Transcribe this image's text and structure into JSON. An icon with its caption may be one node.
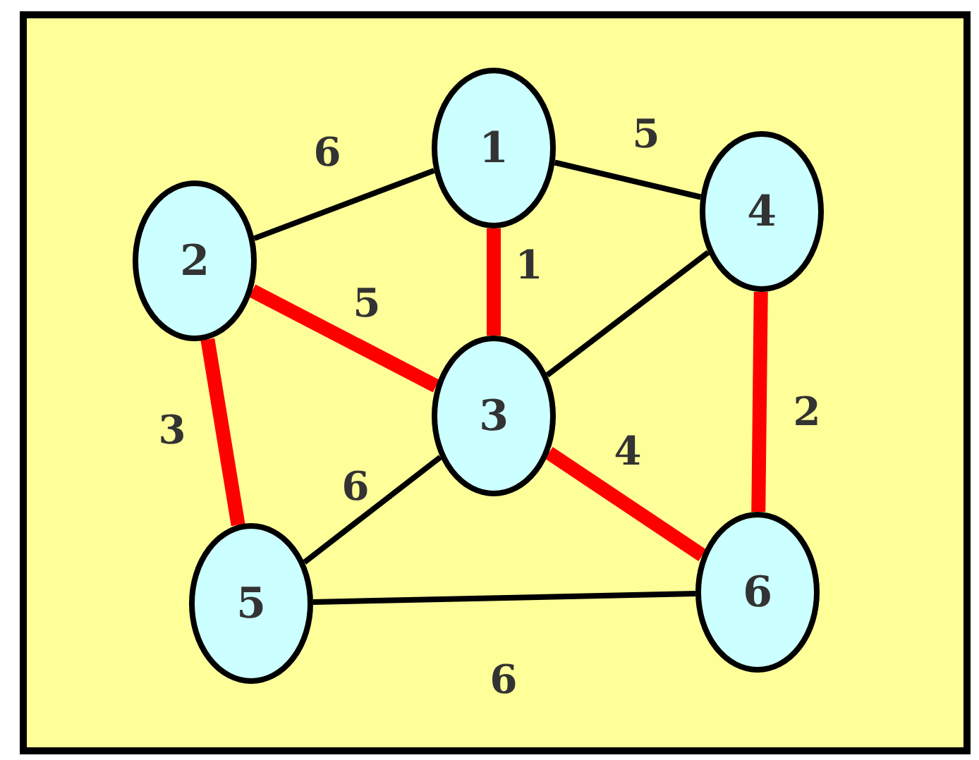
{
  "diagram": {
    "nodes": [
      {
        "text": [
          "1"
        ]
      },
      {
        "text": [
          "2"
        ]
      },
      {
        "text": [
          "4"
        ]
      },
      {
        "text": [
          "3"
        ]
      },
      {
        "text": [
          "5"
        ]
      },
      {
        "text": [
          "6"
        ]
      }
    ],
    "edges": [
      {
        "from": 1,
        "to": 0,
        "arrow": "none",
        "label": "6"
      },
      {
        "from": 0,
        "to": 2,
        "arrow": "none",
        "label": "5"
      },
      {
        "from": 0,
        "to": 3,
        "arrow": "none",
        "label": "1",
        "style": "thick",
        "color": "#ff0000"
      },
      {
        "from": 1,
        "to": 3,
        "arrow": "none",
        "label": "5",
        "style": "thick",
        "color": "#ff0000"
      },
      {
        "from": 3,
        "to": 2,
        "arrow": "none"
      },
      {
        "from": 1,
        "to": 4,
        "arrow": "none",
        "label": "3",
        "style": "thick",
        "color": "#ff0000"
      },
      {
        "from": 2,
        "to": 5,
        "arrow": "none",
        "label": "2",
        "style": "thick",
        "color": "#ff0000"
      },
      {
        "from": 4,
        "to": 3,
        "arrow": "none",
        "label": "6"
      },
      {
        "from": 3,
        "to": 5,
        "arrow": "none",
        "label": "4",
        "style": "thick",
        "color": "#ff0000"
      },
      {
        "from": 4,
        "to": 5,
        "arrow": "none",
        "label": "6"
      }
    ]
  }
}
